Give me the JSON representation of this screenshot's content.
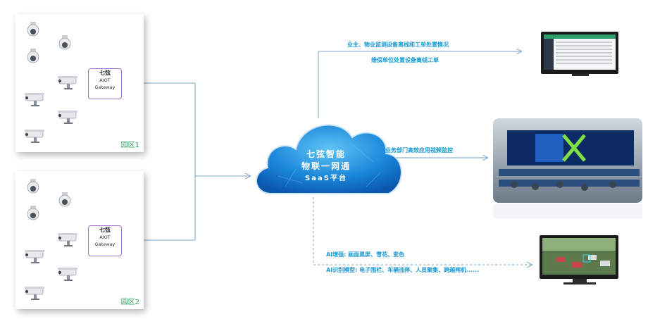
{
  "parks": [
    {
      "label": "园区1",
      "gateway": {
        "name": "七弦",
        "line1": "AIOT",
        "line2": "Gateway"
      }
    },
    {
      "label": "园区2",
      "gateway": {
        "name": "七弦",
        "line1": "AIOT",
        "line2": "Gateway"
      }
    }
  ],
  "cloud": {
    "line1": "七弦智能",
    "line2": "物联一网通",
    "line3": "SaaS平台"
  },
  "flows": {
    "top_line1": "业主、物业监测设备离线和工单处置情况",
    "top_line2": "维保单位处置设备离线工单",
    "middle": "业务部门高效应用视频监控",
    "bottom_line1": "AI增强: 画面黑屏、雪花、变色",
    "bottom_line2": "AI识别模型: 电子围栏、车辆违停、人员聚集、跨越闸机......"
  },
  "colors": {
    "line": "#8fb8d8",
    "label": "#1a9ad6",
    "gateway_border": "#a070c8",
    "park_label": "#2e9e5b",
    "cloud": "#1a7fd4"
  }
}
